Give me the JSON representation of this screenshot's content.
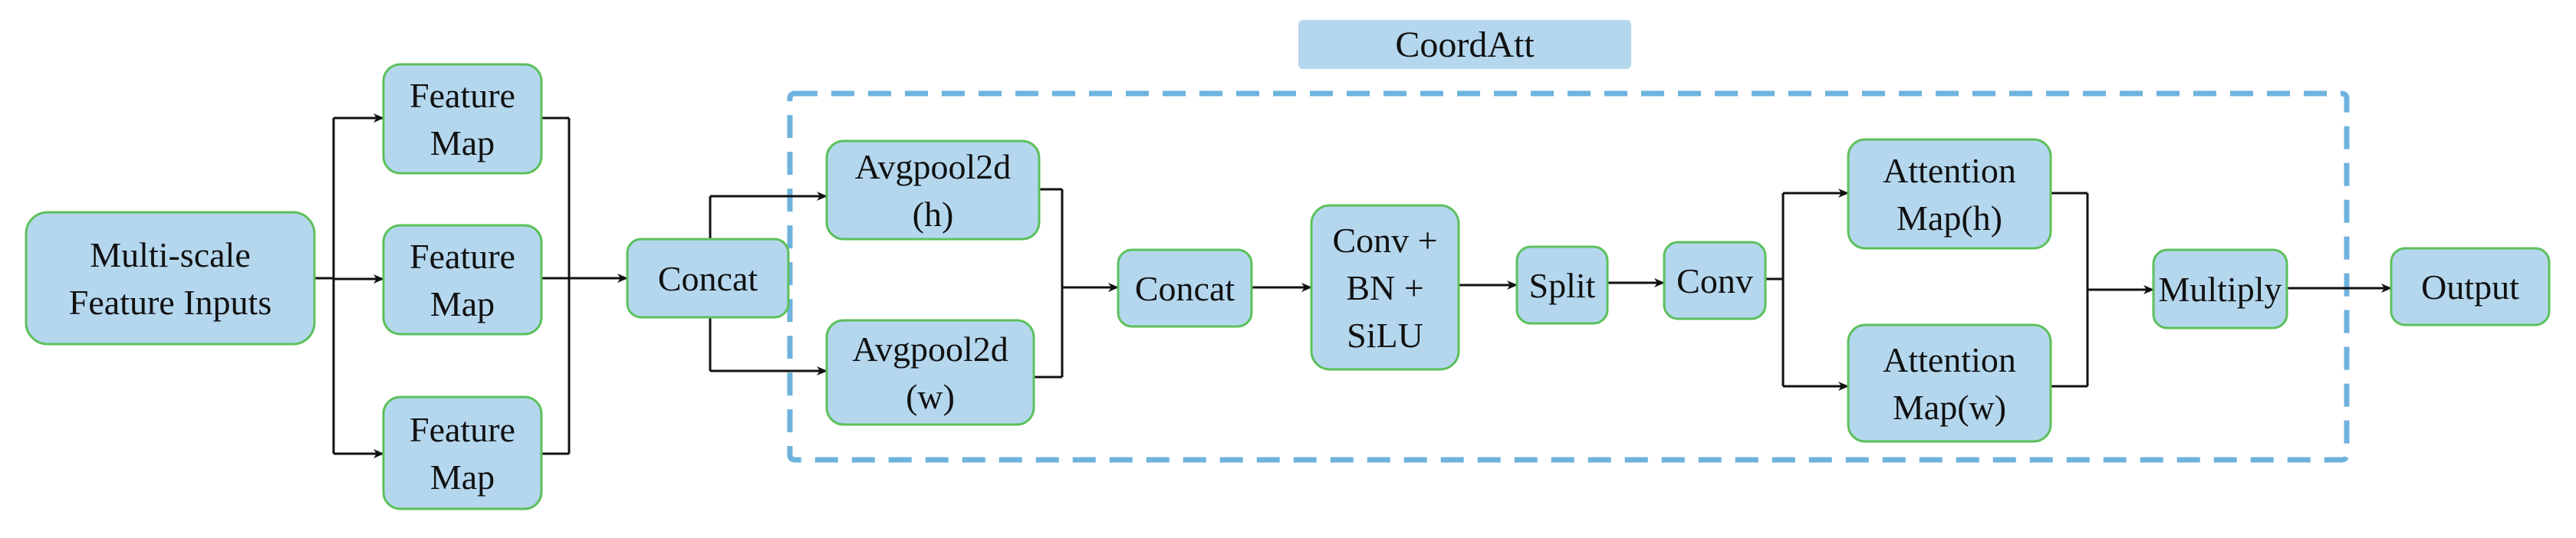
{
  "group": {
    "label": "CoordAtt"
  },
  "nodes": {
    "inputs": {
      "lines": [
        "Multi-scale",
        "Feature Inputs"
      ]
    },
    "fm1": {
      "lines": [
        "Feature",
        "Map"
      ]
    },
    "fm2": {
      "lines": [
        "Feature",
        "Map"
      ]
    },
    "fm3": {
      "lines": [
        "Feature",
        "Map"
      ]
    },
    "concat1": {
      "lines": [
        "Concat"
      ]
    },
    "avgh": {
      "lines": [
        "Avgpool2d",
        "(h)"
      ]
    },
    "avgw": {
      "lines": [
        "Avgpool2d",
        "(w)"
      ]
    },
    "concat2": {
      "lines": [
        "Concat"
      ]
    },
    "convbn": {
      "lines": [
        "Conv +",
        "BN +",
        "SiLU"
      ]
    },
    "split": {
      "lines": [
        "Split"
      ]
    },
    "conv": {
      "lines": [
        "Conv"
      ]
    },
    "atth": {
      "lines": [
        "Attention",
        "Map(h)"
      ]
    },
    "attw": {
      "lines": [
        "Attention",
        "Map(w)"
      ]
    },
    "multiply": {
      "lines": [
        "Multiply"
      ]
    },
    "output": {
      "lines": [
        "Output"
      ]
    }
  },
  "colors": {
    "node_fill": "#b4d7ee",
    "node_border": "#5cc05c",
    "group_border": "#6db3de",
    "edge": "#111111"
  }
}
